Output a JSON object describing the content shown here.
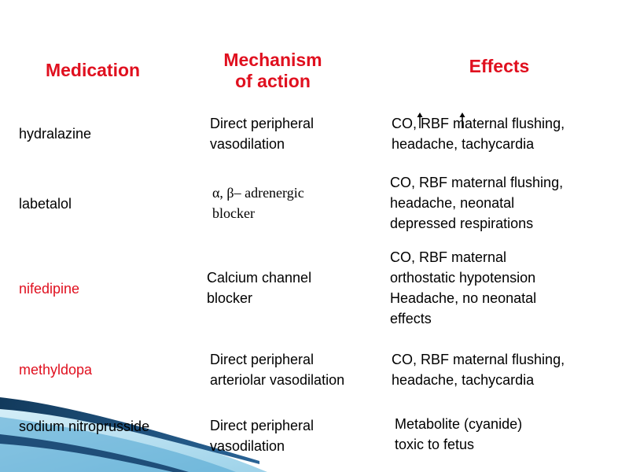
{
  "headers": {
    "medication": "Medication",
    "mechanism": "Mechanism\nof action",
    "effects": "Effects"
  },
  "rows": [
    {
      "medication": "hydralazine",
      "mechanism": "Direct peripheral\n vasodilation",
      "effects": "CO, RBF maternal flushing,\n headache, tachycardia",
      "highlight": false
    },
    {
      "medication": "labetalol",
      "mechanism": "α, β– adrenergic\nblocker",
      "effects": "CO, RBF maternal flushing,\nheadache, neonatal\ndepressed respirations",
      "highlight": false
    },
    {
      "medication": "nifedipine",
      "mechanism": "Calcium channel\nblocker",
      "effects": "CO, RBF maternal\northostatic hypotension\nHeadache, no neonatal\neffects",
      "highlight": true
    },
    {
      "medication": "methyldopa",
      "mechanism": "Direct peripheral\n arteriolar vasodilation",
      "effects": "CO, RBF maternal flushing,\nheadache, tachycardia",
      "highlight": true
    },
    {
      "medication": "sodium nitroprusside",
      "mechanism": "Direct peripheral\n vasodilation",
      "effects": "Metabolite (cyanide)\n toxic to fetus",
      "highlight": false
    }
  ],
  "colors": {
    "header": "#e0101f",
    "highlight": "#e0101f",
    "swoosh_dark": "#1f4e79",
    "swoosh_light": "#9fd3ea"
  },
  "icons": [
    "up-arrow-icon"
  ]
}
